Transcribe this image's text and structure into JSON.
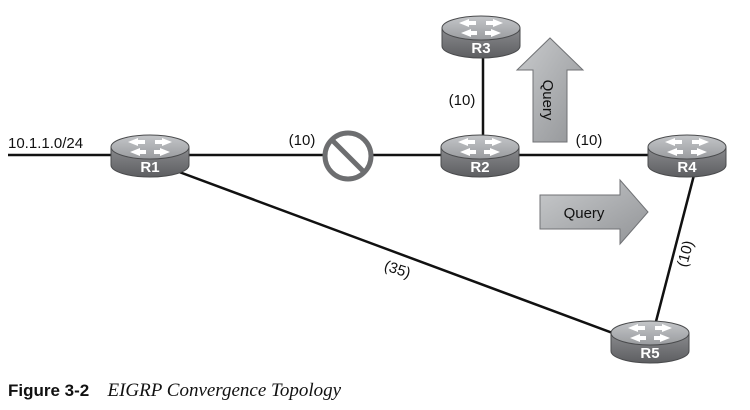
{
  "diagram": {
    "network_label": "10.1.1.0/24",
    "routers": {
      "r1": "R1",
      "r2": "R2",
      "r3": "R3",
      "r4": "R4",
      "r5": "R5"
    },
    "links": {
      "r1_r2_metric": "(10)",
      "r2_r3_metric": "(10)",
      "r2_r4_metric": "(10)",
      "r4_r5_metric": "(10)",
      "r1_r5_metric": "(35)"
    },
    "queries": {
      "to_r3": "Query",
      "to_r4": "Query"
    },
    "colors": {
      "router_body": "#6d6e70",
      "router_top": "#a7a9ac",
      "arrow_fill": "#a8aaad",
      "block_symbol": "#6d6e70"
    }
  },
  "caption": {
    "figure_number": "Figure 3-2",
    "title": "EIGRP Convergence Topology"
  }
}
